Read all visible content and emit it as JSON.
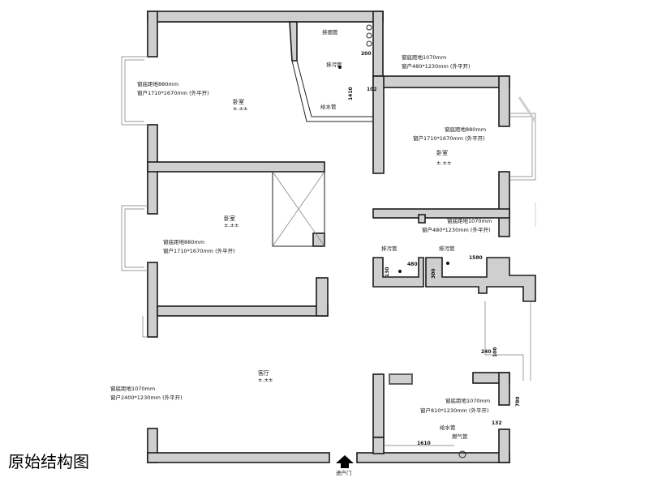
{
  "caption": "原始结构图",
  "entry_label": "进户门",
  "rooms": {
    "bedroom_top_left": "卧室",
    "bedroom_top_left_level": "±.±±",
    "bedroom_mid_left": "卧室",
    "bedroom_mid_left_level": "±.±±",
    "bedroom_right": "卧室",
    "bedroom_right_level": "±.±±",
    "living_room": "客厅",
    "living_room_level": "±.±±"
  },
  "windows": {
    "w1_a": "窗底距地880mm",
    "w1_b": "窗户1710*1670mm (外平开)",
    "w2_a": "窗底距地880mm",
    "w2_b": "窗户1710*1670mm (外平开)",
    "w3_a": "窗底距地880mm",
    "w3_b": "窗户1710*1670mm (外平开)",
    "w4_a": "窗底距地1070mm",
    "w4_b": "窗户480*1230mm (外平开)",
    "w5_a": "窗底距地1070mm",
    "w5_b": "窗户480*1230mm (外平开)",
    "w6_a": "窗底距地1070mm",
    "w6_b": "窗户2400*1230mm (外平开)",
    "w7_a": "窗底距地1070mm",
    "w7_b": "窗户810*1230mm (外平开)"
  },
  "pipes": {
    "exhaust_1": "排烟管",
    "drain_1": "排污管",
    "water_1": "给水管",
    "drain_2": "排污管",
    "drain_3": "排污管",
    "water_2": "给水管",
    "gas": "燃气管"
  },
  "dims": {
    "d1": "200",
    "d2": "1410",
    "d3": "102",
    "d4": "480",
    "d5": "130",
    "d6": "300",
    "d7": "1580",
    "d8": "240",
    "d9": "100",
    "d10": "780",
    "d11": "132",
    "d12": "1610"
  }
}
